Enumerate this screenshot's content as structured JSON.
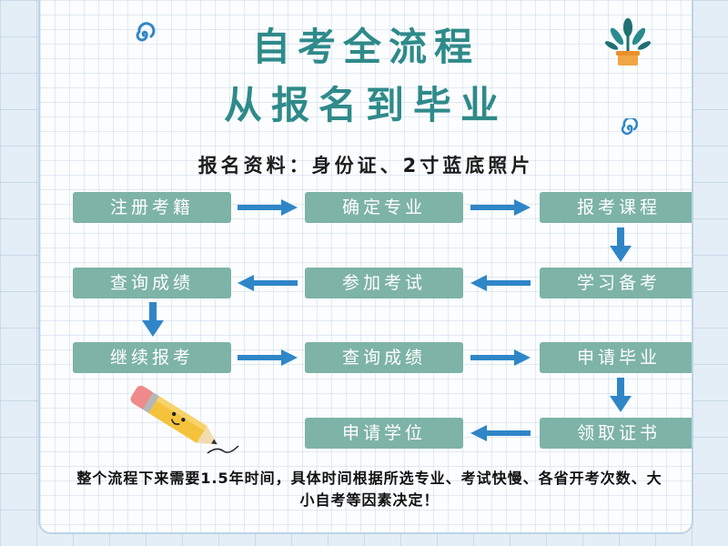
{
  "title": "自考全流程",
  "subtitle": "从报名到毕业",
  "materials": "报名资料：身份证、2寸蓝底照片",
  "steps": {
    "register": "注册考籍",
    "choose_major": "确定专业",
    "apply_courses": "报考课程",
    "study": "学习备考",
    "take_exam": "参加考试",
    "check_score_1": "查询成绩",
    "continue_apply": "继续报考",
    "check_score_2": "查询成绩",
    "apply_graduation": "申请毕业",
    "get_certificate": "领取证书",
    "apply_degree": "申请学位"
  },
  "footer": "整个流程下来需要1.5年时间，具体时间根据所选专业、考试快慢、各省开考次数、大小自考等因素决定！",
  "colors": {
    "title": "#2f8a8a",
    "box": "#7eb3a7",
    "arrow": "#2f86c7"
  },
  "icons": [
    "swirl-icon",
    "plant-icon",
    "pencil-icon",
    "arrow-right-icon",
    "arrow-left-icon",
    "arrow-down-icon"
  ]
}
